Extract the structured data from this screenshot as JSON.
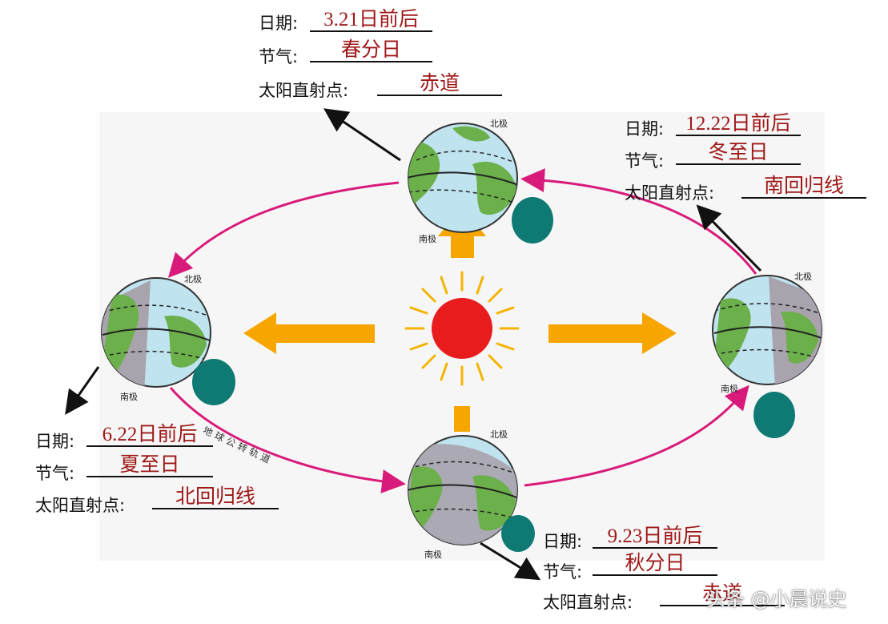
{
  "labels": {
    "date": "日期:",
    "term": "节气:",
    "direct_point": "太阳直射点:"
  },
  "seasons": [
    {
      "id": "spring",
      "date": "3.21日前后",
      "term": "春分日",
      "direct_point": "赤道"
    },
    {
      "id": "winter",
      "date": "12.22日前后",
      "term": "冬至日",
      "direct_point": "南回归线"
    },
    {
      "id": "summer",
      "date": "6.22日前后",
      "term": "夏至日",
      "direct_point": "北回归线"
    },
    {
      "id": "autumn",
      "date": "9.23日前后",
      "term": "秋分日",
      "direct_point": "赤道"
    }
  ],
  "globe_labels": {
    "north_pole": "北极",
    "south_pole": "南极"
  },
  "orbit_label": "地 球 公 转 轨 道",
  "watermark": "头条 @小晨说史",
  "colors": {
    "value_text": "#a01818",
    "orbit": "#d81b7a",
    "sun": "#e81c1c",
    "sun_rays": "#f5b400",
    "arrow": "#f7a600",
    "moon": "#0f7a74",
    "ocean": "#bfe3ef",
    "land": "#6bb04a"
  }
}
